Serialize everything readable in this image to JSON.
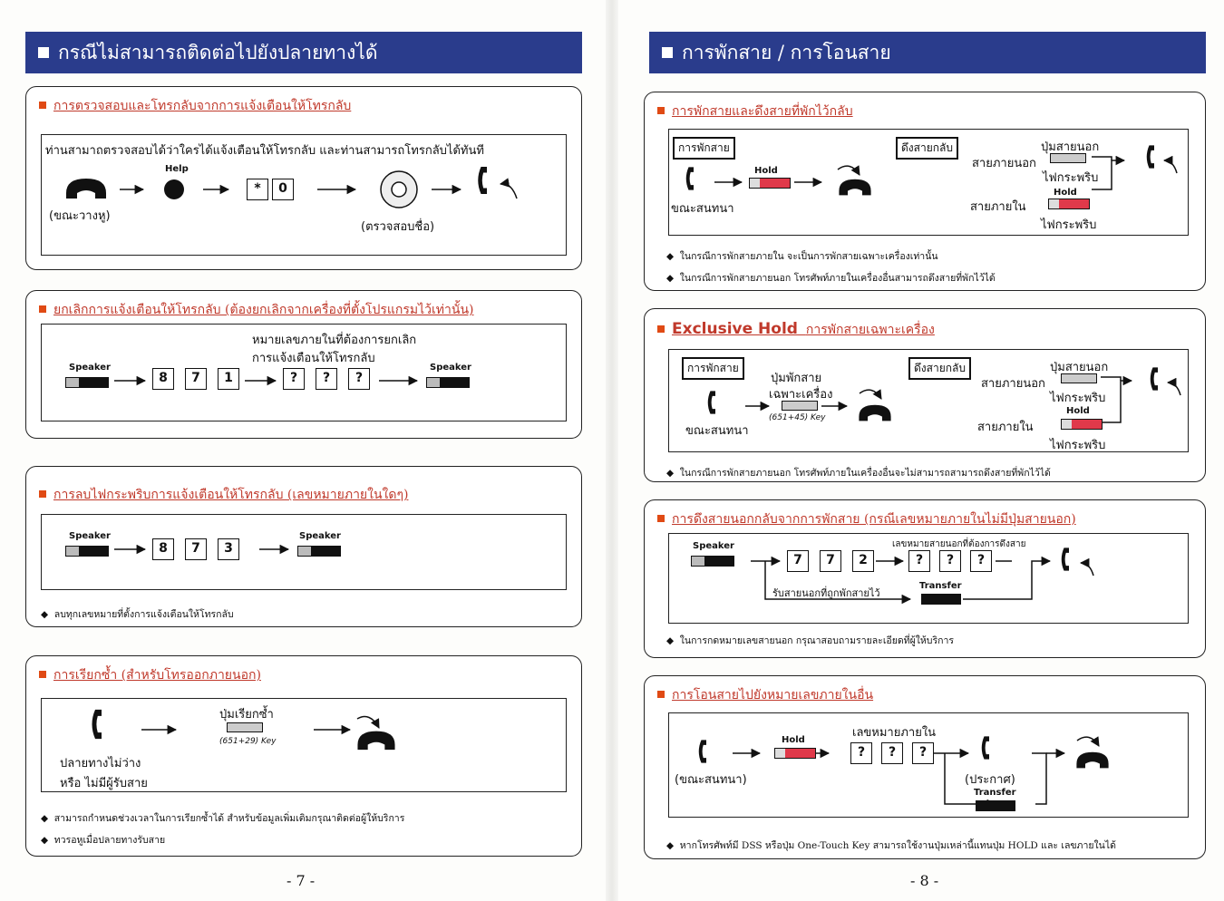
{
  "left": {
    "header": "กรณีไม่สามารถติดต่อไปยังปลายทางได้",
    "page_number": "- 7 -",
    "s1": {
      "title": "การตรวจสอบและโทรกลับจากการแจ้งเตือนให้โทรกลับ",
      "desc": "ท่านสามาถตรวจสอบได้ว่าใครได้แจ้งเตือนให้โทรกลับ  และท่านสามารถโทรกลับได้ทันที",
      "help": "Help",
      "key1": "*",
      "key2": "0",
      "onhook": "(ขณะวางหู)",
      "check": "(ตรวจสอบชื่อ)"
    },
    "s2": {
      "title": "ยกเลิกการแจ้งเตือนให้โทรกลับ  (ต้องยกเลิกจากเครื่องที่ตั้งโปรแกรมไว้เท่านั้น)",
      "speaker": "Speaker",
      "keys": [
        "8",
        "7",
        "1"
      ],
      "qs": [
        "?",
        "?",
        "?"
      ],
      "hint1": "หมายเลขภายในที่ต้องการยกเลิก",
      "hint2": "การแจ้งเตือนให้โทรกลับ"
    },
    "s3": {
      "title": "การลบไฟกระพริบการแจ้งเตือนให้โทรกลับ  (เลขหมายภายในใดๆ)",
      "speaker": "Speaker",
      "keys": [
        "8",
        "7",
        "3"
      ],
      "note": "ลบทุกเลขหมายที่ตั้งการแจ้งเตือนให้โทรกลับ"
    },
    "s4": {
      "title": "การเรียกซ้ำ  (สำหรับโทรออกภายนอก)",
      "redial": "ปุ่มเรียกซ้ำ",
      "key": "(651+29) Key",
      "busy1": "ปลายทางไม่ว่าง",
      "busy2": "หรือ ไม่มีผู้รับสาย",
      "note1": "สามารถกำหนดช่วงเวลาในการเรียกซ้ำได้  สำหรับข้อมูลเพิ่มเติมกรุณาติดต่อผู้ให้บริการ",
      "note2": "ทวรอหูเมื่อปลายทางรับสาย"
    }
  },
  "right": {
    "header": "การพักสาย / การโอนสาย",
    "page_number": "- 8 -",
    "s1": {
      "title": "การพักสายและดึงสายที่พักไว้กลับ",
      "hold_label": "การพักสาย",
      "retrieve_label": "ดึงสายกลับ",
      "hold": "Hold",
      "talking": "ขณะสนทนา",
      "ext_line": "สายภายนอก",
      "int_line": "สายภายใน",
      "co_button": "ปุ่มสายนอก",
      "blink1": "ไฟกระพริบ",
      "hold2": "Hold",
      "blink2": "ไฟกระพริบ",
      "note1": "ในกรณีการพักสายภายใน จะเป็นการพักสายเฉพาะเครื่องเท่านั้น",
      "note2": "ในกรณีการพักสายภายนอก โทรศัพท์ภายในเครื่องอื่นสามารถดึงสายที่พักไว้ได้"
    },
    "s2": {
      "title_en": "Exclusive Hold",
      "title_th": "การพักสายเฉพาะเครื่อง",
      "hold_label": "การพักสาย",
      "retrieve_label": "ดึงสายกลับ",
      "btn1": "ปุ่มพักสาย",
      "btn2": "เฉพาะเครื่อง",
      "key": "(651+45) Key",
      "talking": "ขณะสนทนา",
      "ext_line": "สายภายนอก",
      "int_line": "สายภายใน",
      "co_button": "ปุ่มสายนอก",
      "blink1": "ไฟกระพริบ",
      "hold": "Hold",
      "blink2": "ไฟกระพริบ",
      "note": "ในกรณีการพักสายภายนอก โทรศัพท์ภายในเครื่องอื่นจะไม่สามารถสามารถดึงสายที่พักไว้ได้"
    },
    "s3": {
      "title": "การดึงสายนอกกลับจากการพักสาย (กรณีเลขหมายภายในไม่มีปุ่มสายนอก)",
      "speaker": "Speaker",
      "keys": [
        "7",
        "7",
        "2"
      ],
      "qs": [
        "?",
        "?",
        "?"
      ],
      "hint": "เลขหมายสายนอกที่ต้องการดึงสาย",
      "held": "รับสายนอกที่ถูกพักสายไว้",
      "transfer": "Transfer",
      "note": "ในการกดหมายเลขสายนอก  กรุณาสอบถามรายละเอียดที่ผู้ให้บริการ"
    },
    "s4": {
      "title": "การโอนสายไปยังหมายเลขภายในอื่น",
      "hold": "Hold",
      "ext_num": "เลขหมายภายใน",
      "qs": [
        "?",
        "?",
        "?"
      ],
      "talking": "(ขณะสนทนา)",
      "announce": "(ประกาศ)",
      "transfer": "Transfer",
      "note": "หากโทรศัพท์มี DSS หรือปุ่ม One-Touch Key  สามารถใช้งานปุ่มเหล่านี้แทนปุ่ม  HOLD และ เลขภายในได้"
    }
  }
}
